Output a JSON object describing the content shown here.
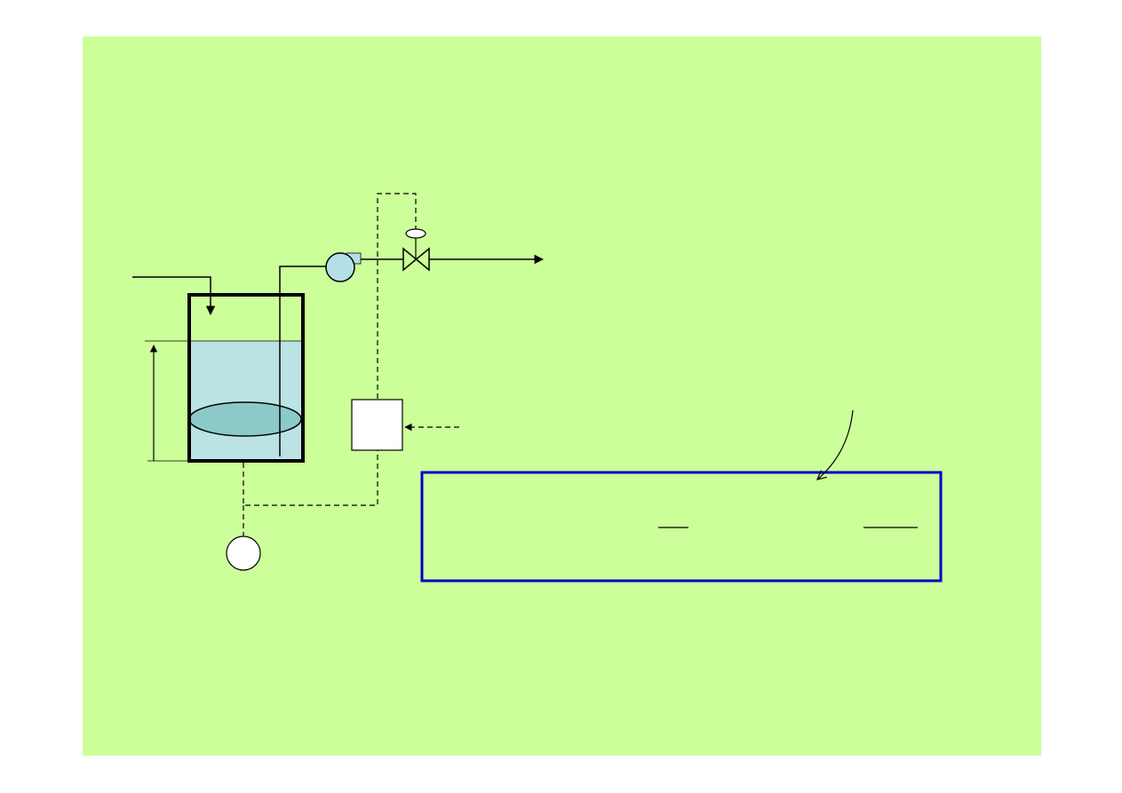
{
  "colors": {
    "slide_background": "#ccff99",
    "page_background": "#ffffff",
    "tank_liquid": "#bce3e3",
    "impeller": "#8ccaca",
    "pump": "#b5dfe6",
    "equation_box_border": "#0000cc",
    "line": "#000000"
  },
  "diagram": {
    "components": [
      {
        "id": "tank",
        "icon": "tank-icon"
      },
      {
        "id": "pump",
        "icon": "pump-icon"
      },
      {
        "id": "control-valve",
        "icon": "valve-icon"
      },
      {
        "id": "controller",
        "icon": "controller-box"
      },
      {
        "id": "level-transmitter",
        "icon": "instrument-circle-icon"
      },
      {
        "id": "equation-box",
        "icon": "rectangle"
      }
    ]
  }
}
